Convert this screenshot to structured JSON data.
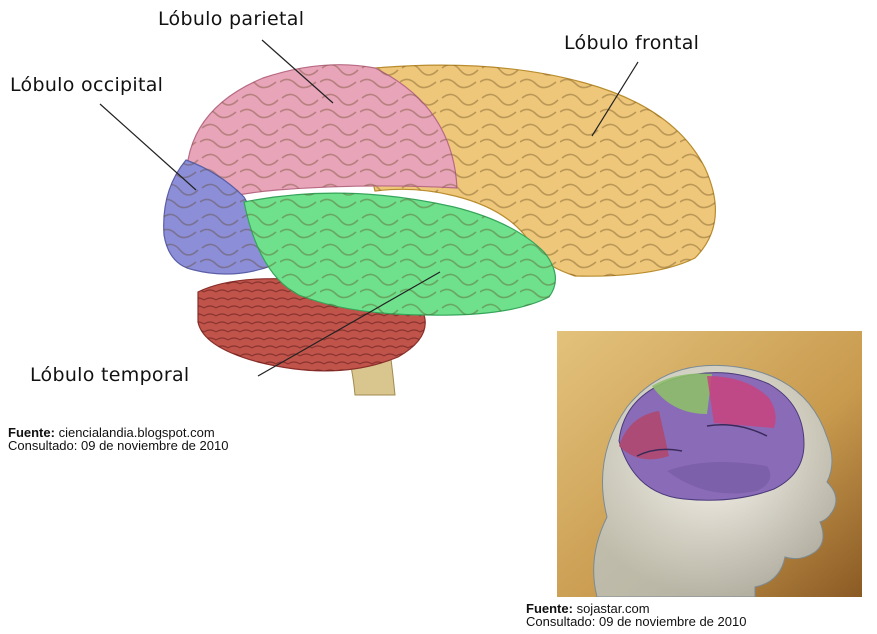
{
  "labels": {
    "parietal": "Lóbulo parietal",
    "frontal": "Lóbulo frontal",
    "occipital": "Lóbulo occipital",
    "temporal": "Lóbulo temporal"
  },
  "sources": [
    {
      "label": "Fuente:",
      "site": "ciencialandia.blogspot.com",
      "consulted": "Consultado: 09 de noviembre de 2010"
    },
    {
      "label": "Fuente:",
      "site": "sojastar.com",
      "consulted": "Consultado: 09 de noviembre de 2010"
    }
  ],
  "colors": {
    "parietal": "#e8a4b8",
    "frontal": "#eec77a",
    "occipital": "#8c8fd8",
    "temporal": "#6fe08c",
    "cerebellum": "#c0534a",
    "brainstem": "#d9c58e",
    "photo_background": "#c89a4e"
  },
  "icons": {
    "main_illustration": "brain-lateral-view-illustration",
    "photo": "human-head-brain-xray-illustration"
  }
}
